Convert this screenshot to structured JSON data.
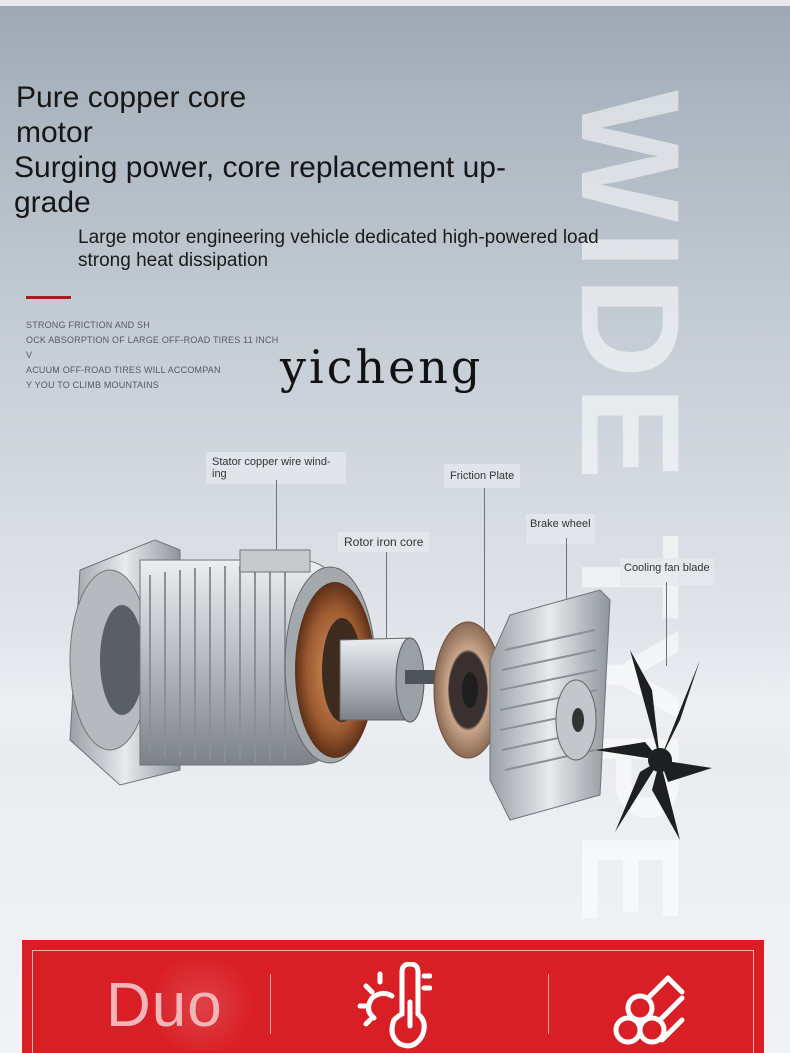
{
  "headline": {
    "line1": "Pure copper core",
    "line2": "motor",
    "line3": "Surging power, core replacement up-",
    "line4": "grade"
  },
  "subline": {
    "line1": "Large motor engineering vehicle dedicated high-powered load",
    "line2": "strong heat dissipation"
  },
  "small_text": {
    "line1": "STRONG FRICTION AND SH",
    "line2": "OCK ABSORPTION OF LARGE OFF-ROAD TIRES 11 INCH V",
    "line3": "ACUUM OFF-ROAD TIRES WILL ACCOMPAN",
    "line4": "Y YOU TO CLIMB MOUNTAINS"
  },
  "brand": "yicheng",
  "watermark": "WIDE TYPE",
  "callouts": {
    "stator_line1": "Stator copper wire wind-",
    "stator_line2": "ing",
    "friction": "Friction Plate",
    "rotor": "Rotor iron core",
    "brake": "Brake wheel",
    "fan": "Cooling fan blade"
  },
  "bottom": {
    "label": "Duo",
    "icons": [
      "thermometer-sun-icon",
      "pipes-bundle-icon"
    ]
  },
  "colors": {
    "accent_red": "#d91f26",
    "bar_red": "#a51c24"
  }
}
